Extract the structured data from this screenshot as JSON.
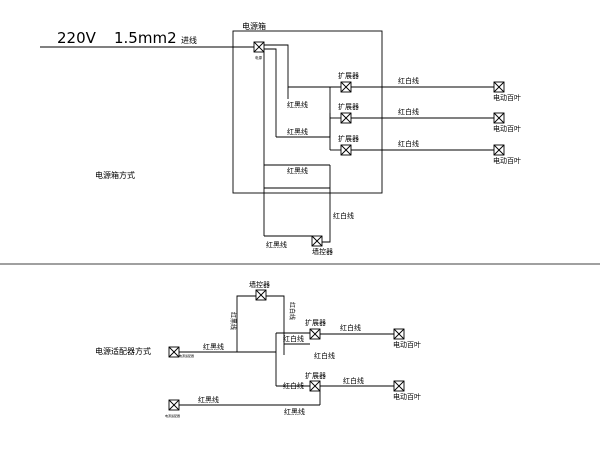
{
  "top": {
    "input_voltage": "220V",
    "input_cable": "1.5mm2",
    "input_label": "进线",
    "box_title": "电源箱",
    "power_tiny": "电源",
    "expander_label": "扩展器",
    "red_white": "红白线",
    "red_black": "红黑线",
    "motor_label": "电动百叶",
    "wall_controller": "墙控器",
    "method_label": "电源箱方式"
  },
  "bottom": {
    "method_label": "电源适配器方式",
    "wall_controller": "墙控器",
    "red_black": "红黑线",
    "red_white": "红白线",
    "expander_label": "扩展器",
    "motor_label": "电动百叶",
    "adapter_tiny": "电源适配器"
  }
}
